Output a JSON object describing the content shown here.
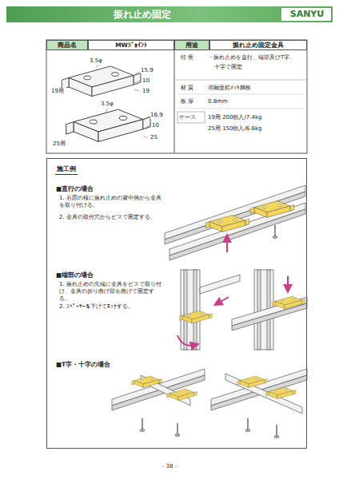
{
  "diagram": {
    "title": "振れ止め固定",
    "nodes": [
      {
        "text": [
          "商品名"
        ]
      },
      {
        "text": [
          "MWｼﾞｮｲﾝﾄ"
        ]
      },
      {
        "text": [
          "用途"
        ]
      },
      {
        "text": [
          "振れ止め固定金具"
        ]
      },
      {
        "text": [
          "施工例"
        ]
      }
    ],
    "labels": [
      "SANYU",
      "特 長",
      "・振れ止めを直行、端部及びT字、",
      "十字で固定",
      "材 質",
      "溶融亜鉛ﾒｯｷ鋼板",
      "板 厚",
      "0.8mm",
      "ケース",
      "19用 200個入/7.4kg",
      "25用 150個入/6.6kg",
      "19用",
      "25用",
      "15.9",
      "3.5φ",
      "10",
      "19",
      "16.9",
      "3.5φ",
      "10",
      "25",
      "■直行の場合",
      "1. 右図の様に振れ止めの背中側から金具を取り付ける。",
      "2. 金具の取付穴からビスで固定する。",
      "■端部の場合",
      "1. 振れ止めの先端に金具をビスで取り付け、金具の折り曲げ部を曲げて固定する。",
      "2. ｽﾍﾟｰｻｰを下げてﾛｯｸする。",
      "■T字・十字の場合",
      "- 38 -"
    ]
  }
}
